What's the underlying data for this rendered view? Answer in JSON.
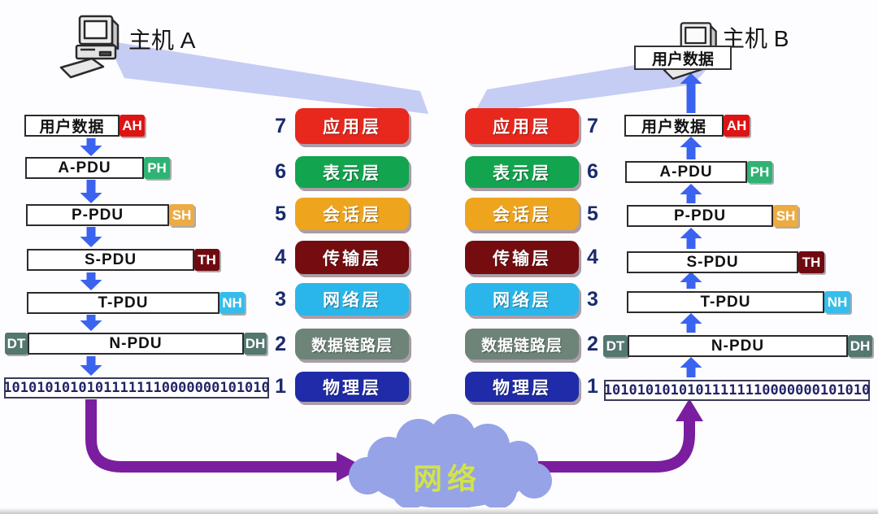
{
  "hosts": {
    "a": {
      "label": "主机 A"
    },
    "b": {
      "label": "主机 B",
      "top_box_label": "用户数据"
    }
  },
  "stack": {
    "rows": [
      {
        "label": "用户数据",
        "tag": "AH",
        "tag_color": "#dd1414"
      },
      {
        "label": "A-PDU",
        "tag": "PH",
        "tag_color": "#2fb374"
      },
      {
        "label": "P-PDU",
        "tag": "SH",
        "tag_color": "#ecab43"
      },
      {
        "label": "S-PDU",
        "tag": "TH",
        "tag_color": "#6f0b10"
      },
      {
        "label": "T-PDU",
        "tag": "NH",
        "tag_color": "#36bdeb"
      },
      {
        "label": "N-PDU",
        "tag_left": "DT",
        "tag": "DH",
        "tag_color": "#547770"
      },
      {
        "label": "10101010101011111110000000101010"
      }
    ]
  },
  "osi": {
    "layers": [
      {
        "num": "7",
        "label": "应用层",
        "color": "#e8271d"
      },
      {
        "num": "6",
        "label": "表示层",
        "color": "#13a44f"
      },
      {
        "num": "5",
        "label": "会话层",
        "color": "#efa41e"
      },
      {
        "num": "4",
        "label": "传输层",
        "color": "#740c10"
      },
      {
        "num": "3",
        "label": "网络层",
        "color": "#2ab6ea"
      },
      {
        "num": "2",
        "label": "数据链路层",
        "color": "#6e8478"
      },
      {
        "num": "1",
        "label": "物理层",
        "color": "#1f2ba8"
      }
    ]
  },
  "cloud": {
    "label": "网络",
    "color": "#96a3e6",
    "text_color": "#d2e34a"
  },
  "arrows": {
    "encapsulation_color": "#3a63ef",
    "network_color": "#7b1d9f",
    "beam_color": "#b6c0f1"
  }
}
